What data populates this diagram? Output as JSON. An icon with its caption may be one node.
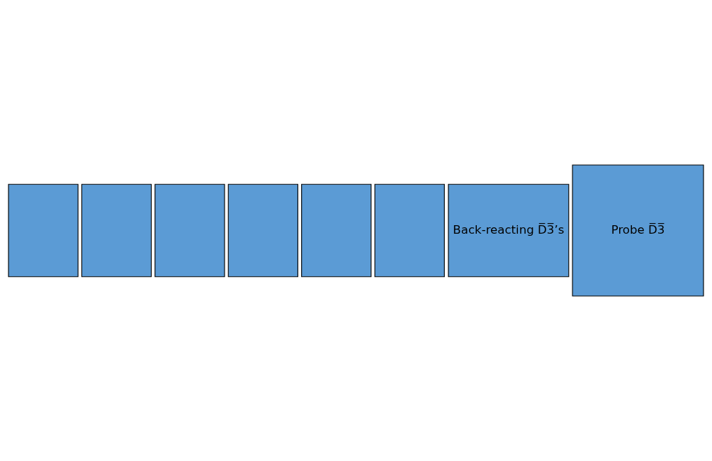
{
  "diagram": {
    "nodes": [
      {
        "text": [],
        "shape": "box"
      },
      {
        "text": [],
        "shape": "box"
      },
      {
        "text": [],
        "shape": "box"
      },
      {
        "text": [],
        "shape": "box"
      },
      {
        "text": [],
        "shape": "box"
      },
      {
        "text": [],
        "shape": "box"
      },
      {
        "text": [
          "Back-reacting D̅3̅’s"
        ]
      },
      {
        "text": [
          "Probe D̅3̅"
        ]
      }
    ]
  }
}
